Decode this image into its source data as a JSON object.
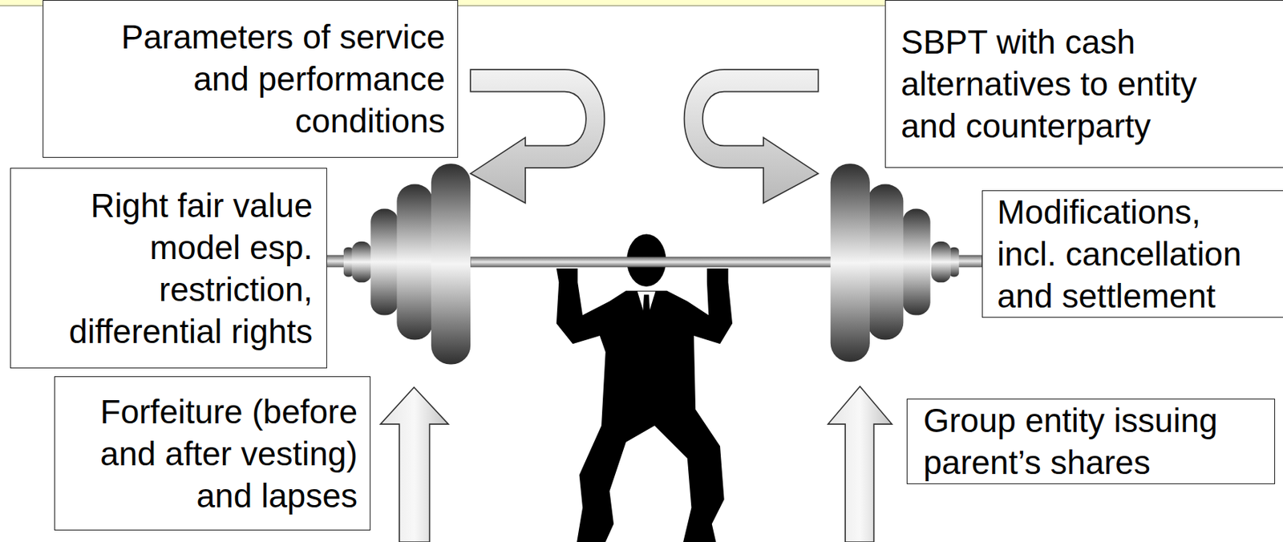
{
  "diagram": {
    "nodes": [
      {
        "text": [
          "Parameters of service and performance conditions"
        ]
      },
      {
        "text": [
          "SBPT with cash alternatives to entity and counterparty"
        ]
      },
      {
        "text": [
          "Right fair value model esp. restriction, differential rights"
        ]
      },
      {
        "text": [
          "Modifications, incl. cancellation and settlement"
        ]
      },
      {
        "text": [
          "Forfeiture (before and after vesting) and lapses"
        ]
      },
      {
        "text": [
          "Group entity issuing parent’s shares"
        ]
      }
    ]
  }
}
